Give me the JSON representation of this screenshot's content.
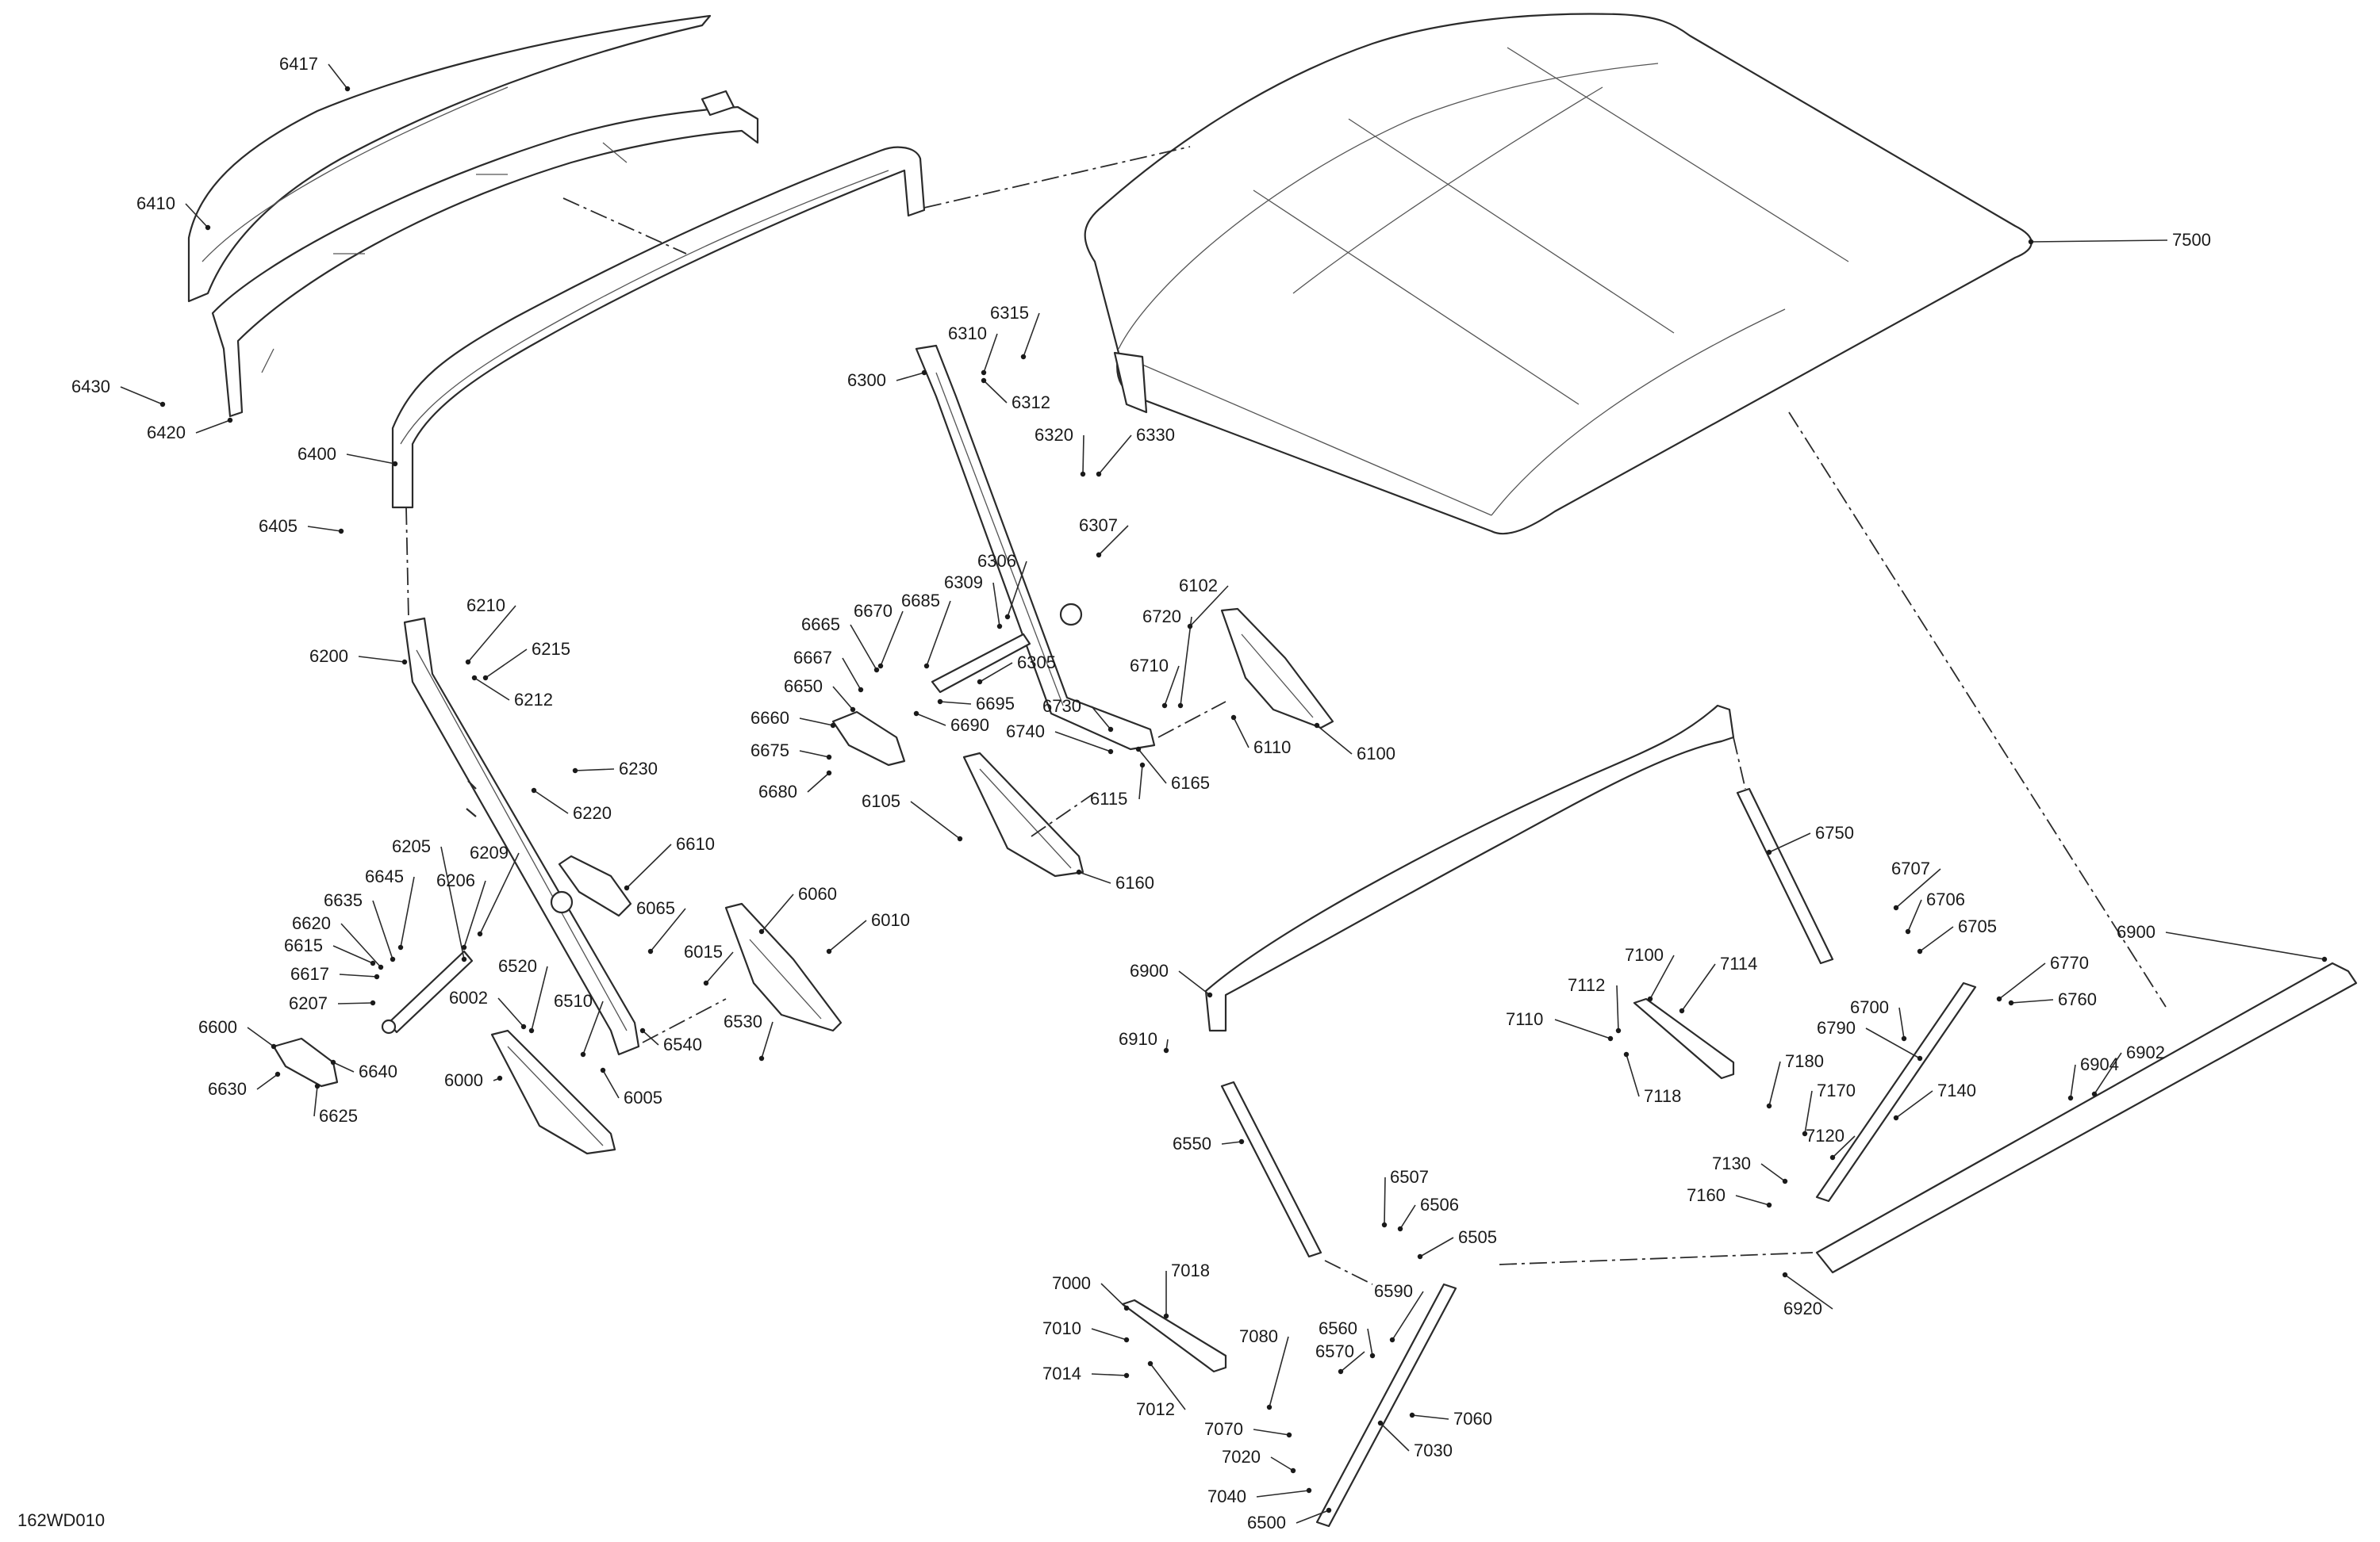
{
  "drawing_code": "162WD010",
  "callouts": [
    {
      "id": "6417"
    },
    {
      "id": "6410"
    },
    {
      "id": "6430"
    },
    {
      "id": "6420"
    },
    {
      "id": "6400"
    },
    {
      "id": "6405"
    },
    {
      "id": "6200"
    },
    {
      "id": "6210"
    },
    {
      "id": "6215"
    },
    {
      "id": "6212"
    },
    {
      "id": "6230"
    },
    {
      "id": "6220"
    },
    {
      "id": "6205"
    },
    {
      "id": "6209"
    },
    {
      "id": "6645"
    },
    {
      "id": "6206"
    },
    {
      "id": "6635"
    },
    {
      "id": "6620"
    },
    {
      "id": "6615"
    },
    {
      "id": "6617"
    },
    {
      "id": "6207"
    },
    {
      "id": "6600"
    },
    {
      "id": "6640"
    },
    {
      "id": "6630"
    },
    {
      "id": "6625"
    },
    {
      "id": "6610"
    },
    {
      "id": "6065"
    },
    {
      "id": "6060"
    },
    {
      "id": "6010"
    },
    {
      "id": "6015"
    },
    {
      "id": "6520"
    },
    {
      "id": "6002"
    },
    {
      "id": "6510"
    },
    {
      "id": "6540"
    },
    {
      "id": "6530"
    },
    {
      "id": "6000"
    },
    {
      "id": "6005"
    },
    {
      "id": "6300"
    },
    {
      "id": "6310"
    },
    {
      "id": "6315"
    },
    {
      "id": "6312"
    },
    {
      "id": "6320"
    },
    {
      "id": "6330"
    },
    {
      "id": "6307"
    },
    {
      "id": "6306"
    },
    {
      "id": "6309"
    },
    {
      "id": "6685"
    },
    {
      "id": "6670"
    },
    {
      "id": "6665"
    },
    {
      "id": "6667"
    },
    {
      "id": "6305"
    },
    {
      "id": "6650"
    },
    {
      "id": "6695"
    },
    {
      "id": "6660"
    },
    {
      "id": "6690"
    },
    {
      "id": "6675"
    },
    {
      "id": "6680"
    },
    {
      "id": "6730"
    },
    {
      "id": "6740"
    },
    {
      "id": "6710"
    },
    {
      "id": "6720"
    },
    {
      "id": "6102"
    },
    {
      "id": "6165"
    },
    {
      "id": "6115"
    },
    {
      "id": "6110"
    },
    {
      "id": "6100"
    },
    {
      "id": "6105"
    },
    {
      "id": "6160"
    },
    {
      "id": "7500"
    },
    {
      "id": "6750"
    },
    {
      "id": "6900"
    },
    {
      "id": "6910"
    },
    {
      "id": "6707"
    },
    {
      "id": "6706"
    },
    {
      "id": "6705"
    },
    {
      "id": "7100"
    },
    {
      "id": "7114"
    },
    {
      "id": "7112"
    },
    {
      "id": "7110"
    },
    {
      "id": "7118"
    },
    {
      "id": "6790"
    },
    {
      "id": "6700"
    },
    {
      "id": "6770"
    },
    {
      "id": "6760"
    },
    {
      "id": "7180"
    },
    {
      "id": "7170"
    },
    {
      "id": "7140"
    },
    {
      "id": "7120"
    },
    {
      "id": "7130"
    },
    {
      "id": "7160"
    },
    {
      "id": "6904"
    },
    {
      "id": "6902"
    },
    {
      "id": "6550"
    },
    {
      "id": "6507"
    },
    {
      "id": "6506"
    },
    {
      "id": "6505"
    },
    {
      "id": "6920"
    },
    {
      "id": "7000"
    },
    {
      "id": "7018"
    },
    {
      "id": "7010"
    },
    {
      "id": "6590"
    },
    {
      "id": "6560"
    },
    {
      "id": "7080"
    },
    {
      "id": "6570"
    },
    {
      "id": "7014"
    },
    {
      "id": "7012"
    },
    {
      "id": "7070"
    },
    {
      "id": "7060"
    },
    {
      "id": "7030"
    },
    {
      "id": "7020"
    },
    {
      "id": "7040"
    },
    {
      "id": "6500"
    }
  ]
}
